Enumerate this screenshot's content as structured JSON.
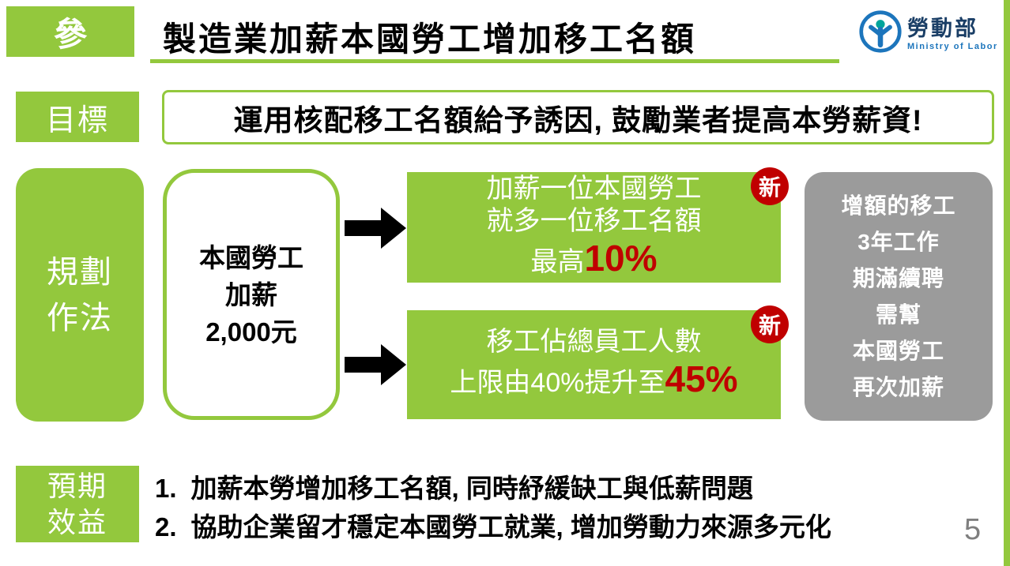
{
  "header": {
    "section_badge": "參",
    "title": "製造業加薪本國勞工增加移工名額",
    "logo": {
      "zh": "勞動部",
      "en": "Ministry of Labor"
    }
  },
  "goal": {
    "label": "目標",
    "text": "運用核配移工名額給予誘因, 鼓勵業者提高本勞薪資!"
  },
  "plan": {
    "label_lines": [
      "規劃",
      "作法"
    ],
    "source_lines": [
      "本國勞工",
      "加薪",
      "2,000元"
    ],
    "box1": {
      "badge": "新",
      "line1": "加薪一位本國勞工",
      "line2": "就多一位移工名額",
      "line3_prefix": "最高 ",
      "line3_highlight": "10%"
    },
    "box2": {
      "badge": "新",
      "line1": "移工佔總員工人數",
      "line2_prefix": "上限由40%提升至 ",
      "line2_highlight": "45%"
    },
    "side_lines": [
      "增額的移工",
      "3年工作",
      "期滿續聘",
      "需幫",
      "本國勞工",
      "再次加薪"
    ]
  },
  "benefits": {
    "label_lines": [
      "預期",
      "效益"
    ],
    "items": [
      {
        "num": "1.",
        "text": "加薪本勞增加移工名額, 同時紓緩缺工與低薪問題"
      },
      {
        "num": "2.",
        "text": "協助企業留才穩定本國勞工就業, 增加勞動力來源多元化"
      }
    ]
  },
  "page_number": "5",
  "colors": {
    "green": "#93C83D",
    "gray": "#9B9B9B",
    "red": "#C00000",
    "logo_blue": "#1C75BC"
  }
}
